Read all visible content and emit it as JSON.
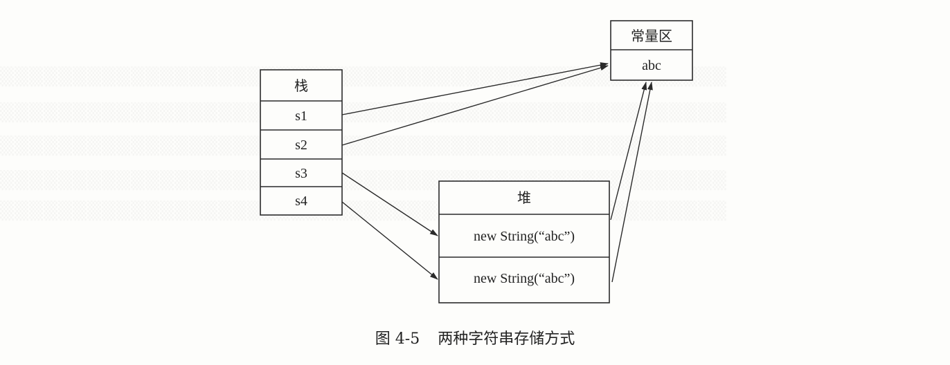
{
  "caption": {
    "number": "图 4-5",
    "title": "两种字符串存储方式"
  },
  "stack": {
    "title": "栈",
    "cells": [
      "s1",
      "s2",
      "s3",
      "s4"
    ]
  },
  "heap": {
    "title": "堆",
    "cells": [
      "new String(“abc”)",
      "new String(“abc”)"
    ]
  },
  "constant_pool": {
    "title": "常量区",
    "cells": [
      "abc"
    ]
  }
}
